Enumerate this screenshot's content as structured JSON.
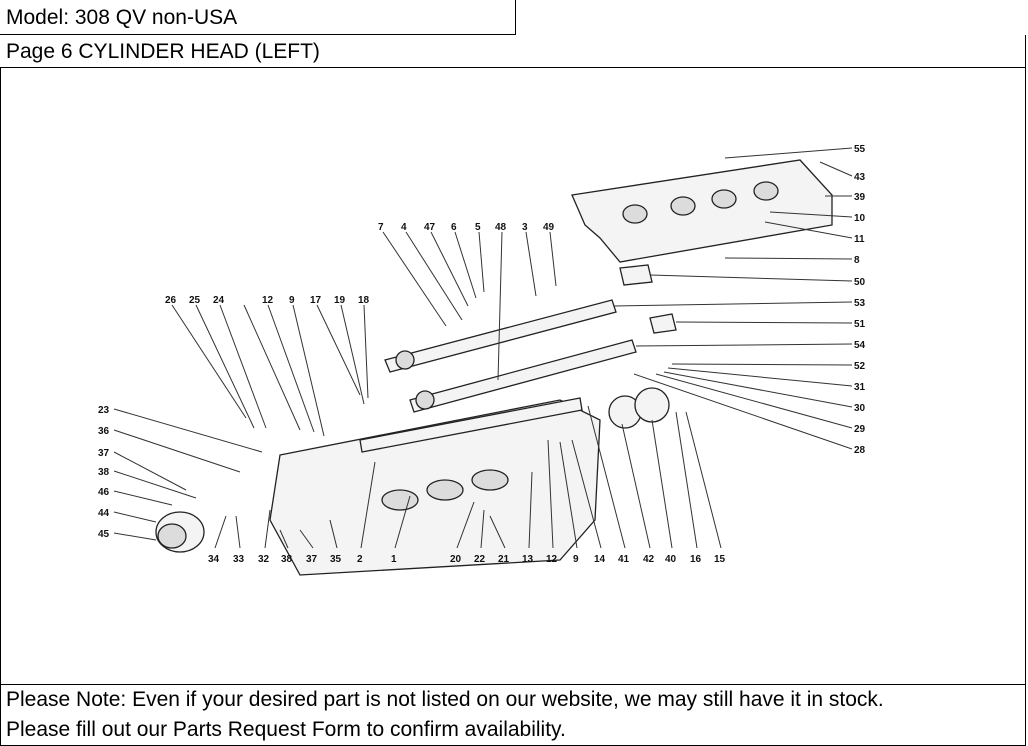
{
  "header": {
    "model": "Model: 308 QV non-USA",
    "page": "Page 6  CYLINDER HEAD (LEFT)"
  },
  "note": {
    "line1": "Please Note: Even if your desired part is not listed on our website, we may still have it in stock.",
    "line2": "Please fill out our Parts Request Form to confirm availability."
  },
  "diagram": {
    "callouts": {
      "c55": "55",
      "c43": "43",
      "c39": "39",
      "c10": "10",
      "c11": "11",
      "c8": "8",
      "c50": "50",
      "c53": "53",
      "c51": "51",
      "c54": "54",
      "c52": "52",
      "c31": "31",
      "c30": "30",
      "c29": "29",
      "c28": "28",
      "c7": "7",
      "c4": "4",
      "c47": "47",
      "c6": "6",
      "c5": "5",
      "c48": "48",
      "c3": "3",
      "c49": "49",
      "c26": "26",
      "c25": "25",
      "c24": "24",
      "c12a": "12",
      "c9a": "9",
      "c17": "17",
      "c19": "19",
      "c18": "18",
      "c23": "23",
      "c36": "36",
      "c37a": "37",
      "c38a": "38",
      "c46": "46",
      "c44": "44",
      "c45": "45",
      "c34": "34",
      "c33": "33",
      "c32": "32",
      "c38b": "38",
      "c37b": "37",
      "c35": "35",
      "c2": "2",
      "c1": "1",
      "c20": "20",
      "c22": "22",
      "c21": "21",
      "c13": "13",
      "c12b": "12",
      "c9b": "9",
      "c14": "14",
      "c41": "41",
      "c42": "42",
      "c40": "40",
      "c16": "16",
      "c15": "15"
    }
  }
}
